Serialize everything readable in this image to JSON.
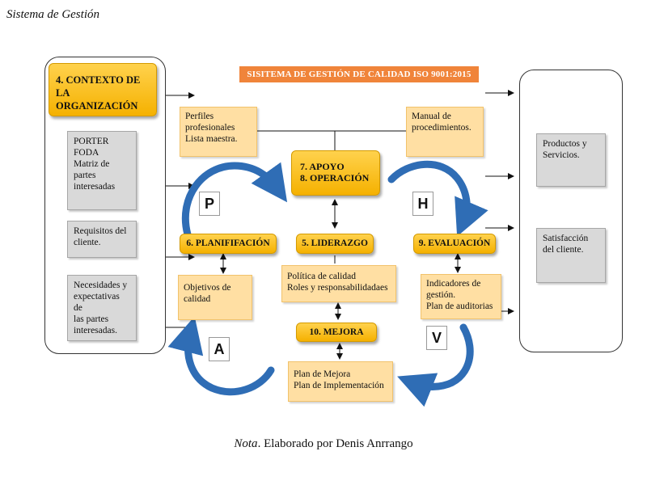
{
  "heading": "Sistema de Gestión",
  "system_title": "SISITEMA DE GESTIÓN DE CALIDAD ISO 9001:2015",
  "contexto": "4. CONTEXTO DE LA\nORGANIZACIÓN",
  "inputs": [
    "PORTER\nFODA\nMatriz de\npartes\ninteresadas",
    "Requisitos del\ncliente.",
    "Necesidades y\nexpectativas de\nlas partes\ninteresadas."
  ],
  "docs": {
    "perfiles": "Perfiles\nprofesionales\nLista maestra.",
    "manual": "Manual de\nprocedimientos."
  },
  "nodes": {
    "apoyo_operacion": "7. APOYO\n8. OPERACIÓN",
    "planificacion": "6. PLANIFIFACIÓN",
    "liderazgo": "5. LIDERAZGO",
    "evaluacion": "9. EVALUACIÓN",
    "mejora": "10. MEJORA"
  },
  "details": {
    "objetivos": "Objetivos de\ncalidad",
    "politica": "Política de calidad\nRoles y responsabilidadaes",
    "indicadores": "Indicadores de\ngestión.\nPlan de auditorias",
    "plan_mejora": "Plan de Mejora\nPlan de Implementación"
  },
  "phases": {
    "p": "P",
    "h": "H",
    "v": "V",
    "a": "A"
  },
  "outputs": [
    "Productos y\nServicios.",
    "Satisfacción\ndel cliente."
  ],
  "note": {
    "label": "Nota",
    "text": ". Elaborado por Denis Anrrango"
  },
  "colors": {
    "accent_bar": "#f0843a",
    "gold": "#f5b100",
    "sand": "#ffdfa3",
    "grey": "#d9d9d9",
    "cycle_arrow": "#2f6db5"
  }
}
